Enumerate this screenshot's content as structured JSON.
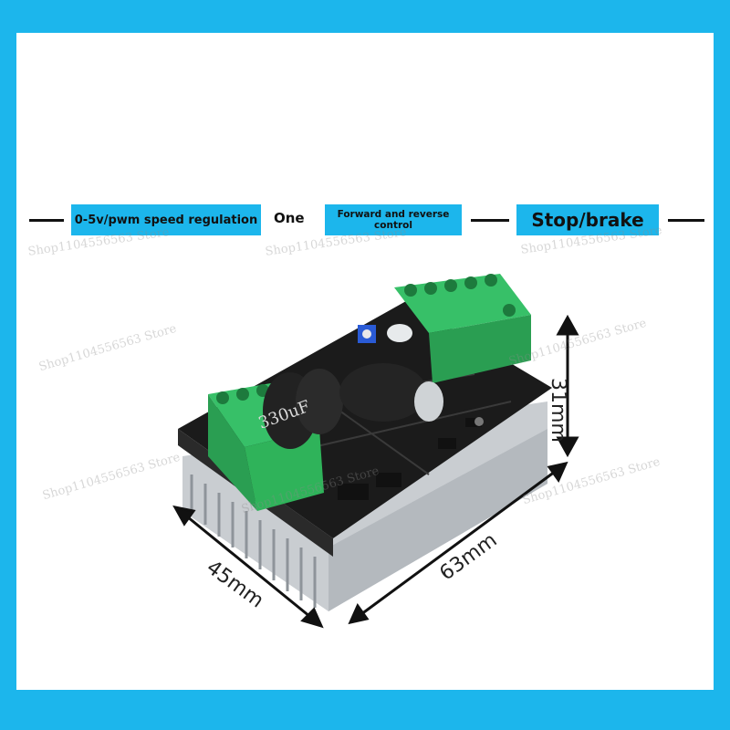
{
  "features": {
    "speed_label": "0-5v/pwm speed regulation",
    "one_label": "One",
    "direction_label": "Forward and reverse control",
    "stop_label": "Stop/brake"
  },
  "dimensions": {
    "height": "31mm",
    "length": "63mm",
    "width": "45mm"
  },
  "watermark_text": "Shop1104556563 Store",
  "capacitor_text": "330uF",
  "colors": {
    "frame": "#1cb6ec",
    "terminal": "#2fb35a",
    "pcb": "#1b1b1b",
    "heatsink": "#c9cdd1"
  }
}
